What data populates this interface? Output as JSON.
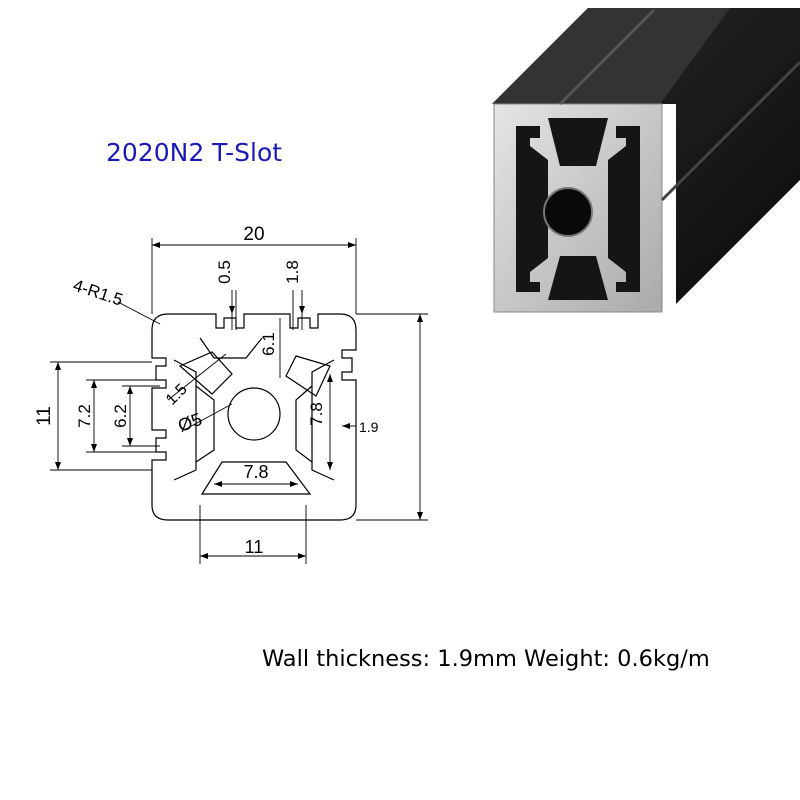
{
  "title": "2020N2 T-Slot",
  "caption": "Wall thickness: 1.9mm Weight: 0.6kg/m",
  "colors": {
    "title": "#1a1ab8",
    "line": "#000000",
    "profile_body": "#141414",
    "profile_face": "#c4c6c8"
  },
  "drawing": {
    "dimensions": {
      "overall_width": "20",
      "slot_lip": "0.5",
      "lip_thickness": "1.8",
      "corner_radius": "4-R1.5",
      "slot_depth": "6.1",
      "slot_chamfer": "1.5",
      "center_hole": "Ø5",
      "inner_height": "11",
      "slot_opening_outer": "7.2",
      "slot_opening_inner": "6.2",
      "cavity_height": "7.8",
      "cavity_width": "7.8",
      "wall": "1.9",
      "slot_width": "11"
    }
  }
}
